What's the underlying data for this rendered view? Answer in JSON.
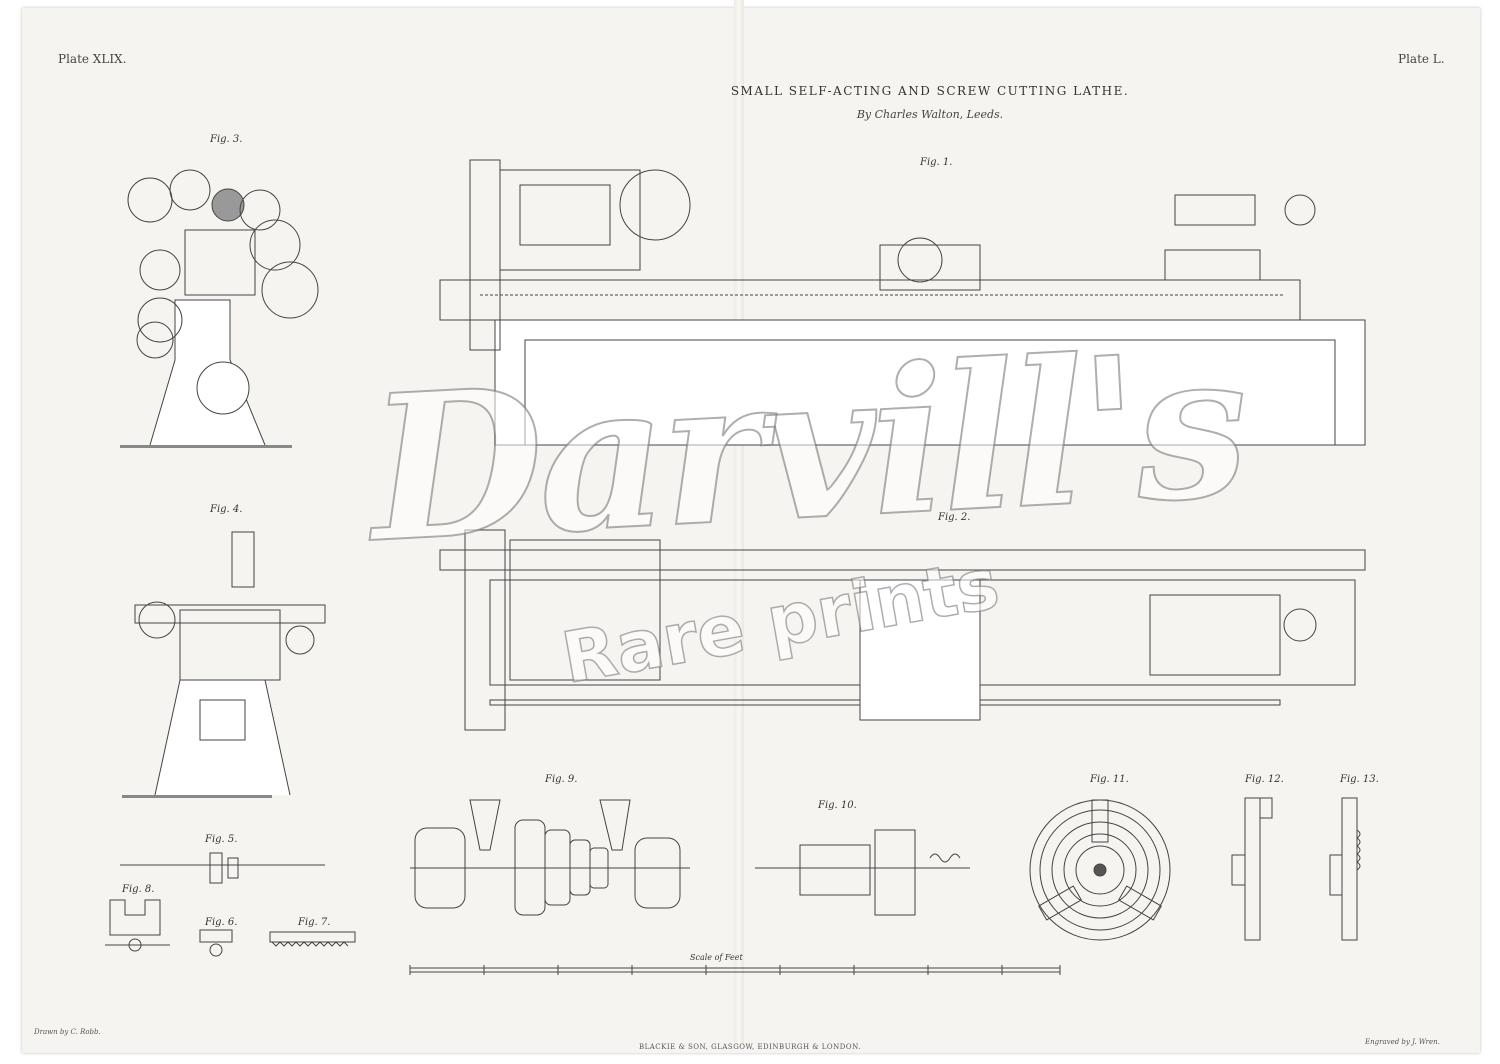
{
  "plate_left": "Plate XLIX.",
  "plate_right": "Plate L.",
  "title": "SMALL SELF-ACTING AND SCREW CUTTING LATHE.",
  "subtitle": "By Charles Walton, Leeds.",
  "drawn_by": "Drawn by C. Robb.",
  "engraved_by": "Engraved by J. Wren.",
  "printer": "BLACKIE & SON, GLASGOW, EDINBURGH & LONDON.",
  "scale_label": "Scale of Feet",
  "figures": {
    "fig1": "Fig. 1.",
    "fig2": "Fig. 2.",
    "fig3": "Fig. 3.",
    "fig4": "Fig. 4.",
    "fig5": "Fig. 5.",
    "fig6": "Fig. 6.",
    "fig7": "Fig. 7.",
    "fig8": "Fig. 8.",
    "fig9": "Fig. 9.",
    "fig10": "Fig. 10.",
    "fig11": "Fig. 11.",
    "fig12": "Fig. 12.",
    "fig13": "Fig. 13."
  },
  "watermark": {
    "main": "Darvill's",
    "sub": "Rare prints"
  },
  "colors": {
    "paper": "#f6f4f0",
    "ink": "#333333"
  }
}
